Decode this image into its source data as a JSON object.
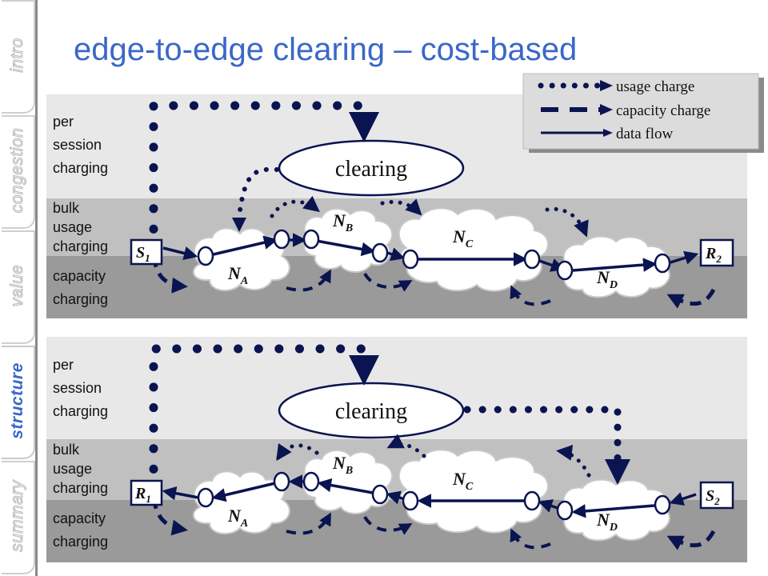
{
  "title": "edge-to-edge clearing – cost-based",
  "sidebar": {
    "tabs": [
      {
        "label": "intro",
        "active": false
      },
      {
        "label": "congestion",
        "active": false
      },
      {
        "label": "value",
        "active": false
      },
      {
        "label": "structure",
        "active": true
      },
      {
        "label": "summary",
        "active": false
      }
    ],
    "accent": "#3a67c9"
  },
  "legend": {
    "usage": "usage charge",
    "capacity": "capacity charge",
    "dataflow": "data flow"
  },
  "bands": {
    "per_session": [
      "per",
      "session",
      "charging"
    ],
    "bulk_usage": [
      "bulk",
      "usage",
      "charging"
    ],
    "capacity": [
      "capacity",
      "charging"
    ]
  },
  "top_diagram": {
    "clearing": "clearing",
    "source": "S",
    "source_sub": "1",
    "sink": "R",
    "sink_sub": "2"
  },
  "bottom_diagram": {
    "clearing": "clearing",
    "left_node": "R",
    "left_sub": "1",
    "right_node": "S",
    "right_sub": "2"
  },
  "networks": {
    "a": "N",
    "a_sub": "A",
    "b": "N",
    "b_sub": "B",
    "c": "N",
    "c_sub": "C",
    "d": "N",
    "d_sub": "D"
  },
  "colors": {
    "band_light": "#e8e8e8",
    "band_mid": "#c0c0c0",
    "band_dark": "#9a9a9a",
    "ink": "#0a1450"
  }
}
